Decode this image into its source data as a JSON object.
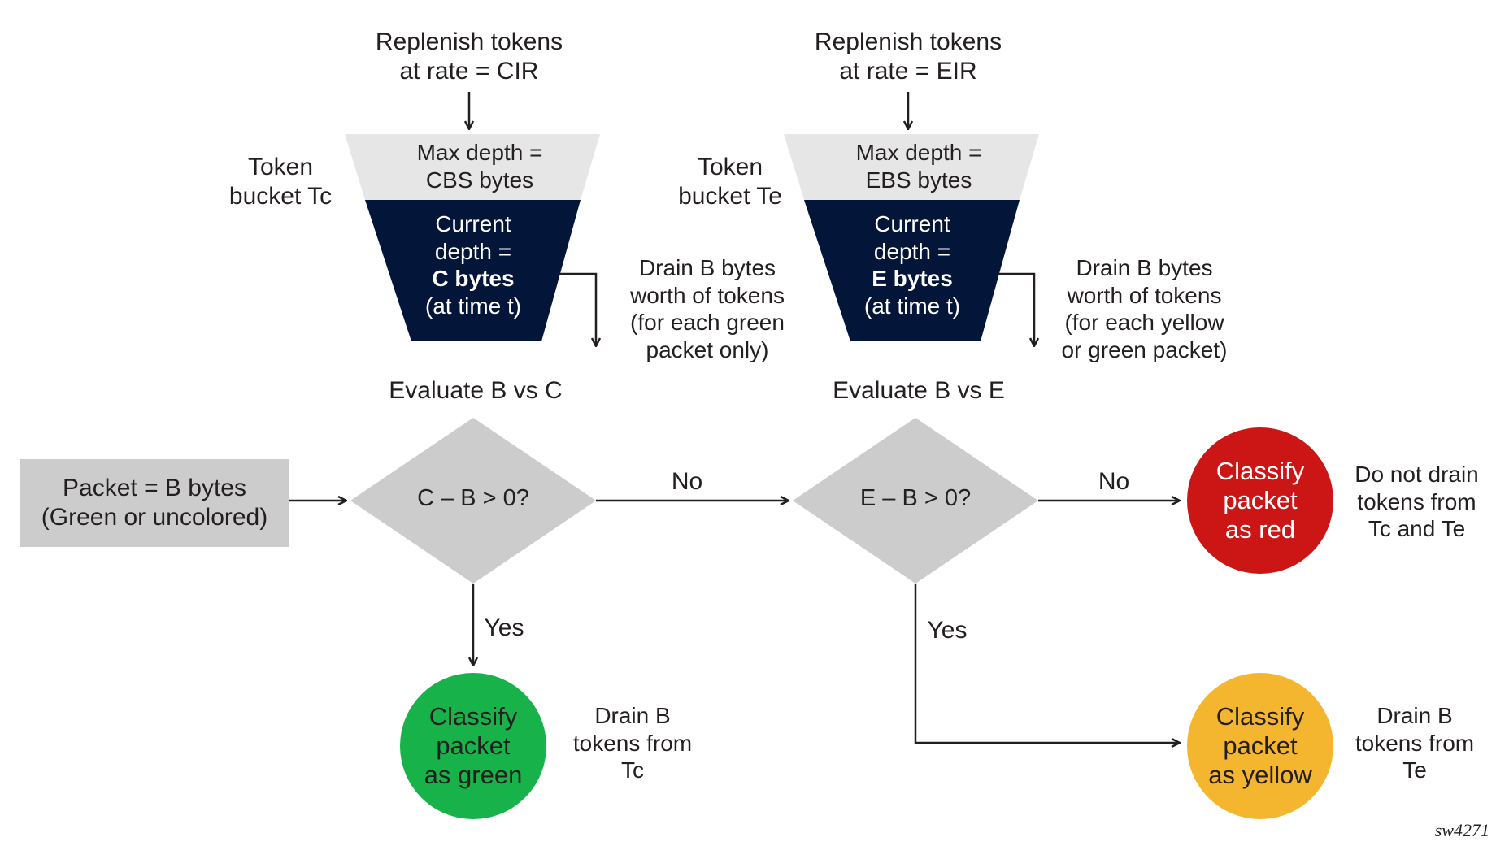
{
  "bucket_c": {
    "replenish": [
      "Replenish tokens",
      "at rate = CIR"
    ],
    "name": [
      "Token",
      "bucket Tc"
    ],
    "max_depth": [
      "Max depth =",
      "CBS bytes"
    ],
    "current": [
      "Current",
      "depth =",
      "C bytes",
      "(at time t)"
    ],
    "drain": [
      "Drain B bytes",
      "worth of tokens",
      "(for each green",
      "packet only)"
    ],
    "evaluate": "Evaluate B vs C"
  },
  "bucket_e": {
    "replenish": [
      "Replenish tokens",
      "at rate = EIR"
    ],
    "name": [
      "Token",
      "bucket Te"
    ],
    "max_depth": [
      "Max depth =",
      "EBS bytes"
    ],
    "current": [
      "Current",
      "depth =",
      "E bytes",
      "(at time t)"
    ],
    "drain": [
      "Drain B bytes",
      "worth of tokens",
      "(for each yellow",
      "or green packet)"
    ],
    "evaluate": "Evaluate B vs E"
  },
  "packet": [
    "Packet = B bytes",
    "(Green or uncolored)"
  ],
  "decision_c": "C – B > 0?",
  "decision_e": "E – B > 0?",
  "edge_labels": {
    "no_1": "No",
    "no_2": "No",
    "yes_1": "Yes",
    "yes_2": "Yes"
  },
  "outcomes": {
    "green": {
      "label": [
        "Classify",
        "packet",
        "as green"
      ],
      "note": [
        "Drain B",
        "tokens from",
        "Tc"
      ],
      "color": "#17b34a"
    },
    "yellow": {
      "label": [
        "Classify",
        "packet",
        "as yellow"
      ],
      "note": [
        "Drain B",
        "tokens from",
        "Te"
      ],
      "color": "#f4b52f"
    },
    "red": {
      "label": [
        "Classify",
        "packet",
        "as red"
      ],
      "note": [
        "Do not drain",
        "tokens from",
        "Tc and Te"
      ],
      "color": "#cc1616"
    }
  },
  "colors": {
    "bucket_top": "#e6e6e6",
    "bucket_fill": "#031539",
    "diamond": "#cccccc",
    "line": "#231f20"
  },
  "figure_id": "sw4271"
}
